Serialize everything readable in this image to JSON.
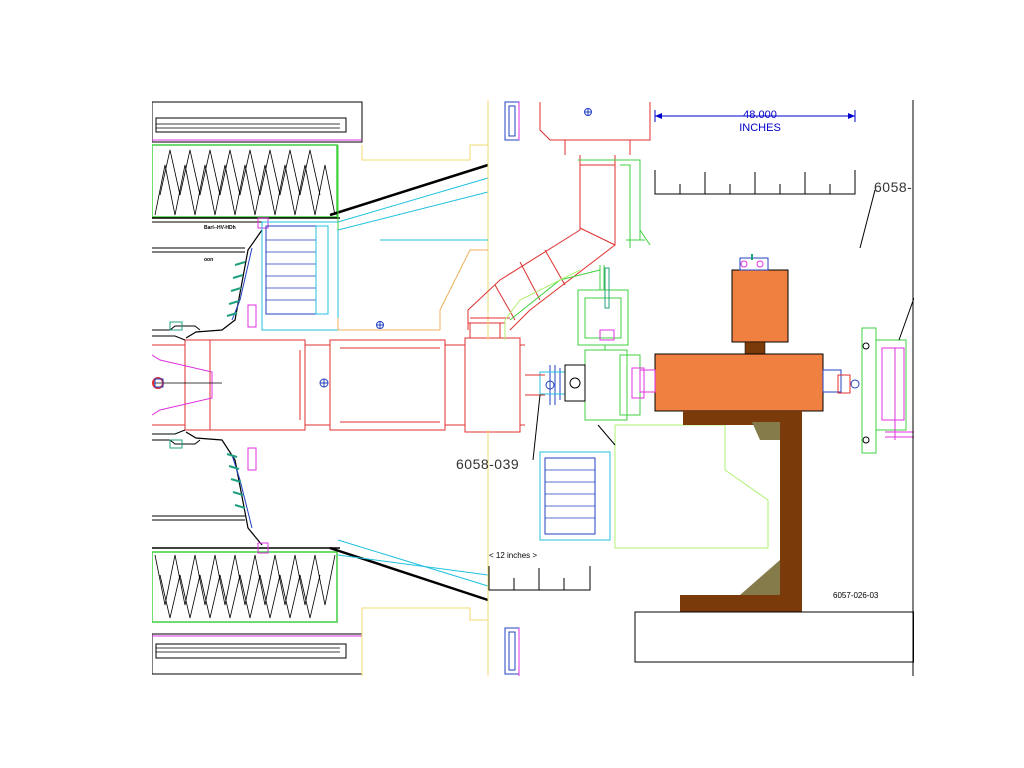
{
  "labels": {
    "dim_value": "48.000",
    "dim_unit": "INCHES",
    "scale_label": "< 12 inches >",
    "callout_1": "6058-039",
    "callout_2": "6058-",
    "drawing_number": "6057-026-03",
    "detail_text_1": "Barl--HV-HDh",
    "detail_text_2": "oon"
  },
  "colors": {
    "orange": "#f08040",
    "brown": "#7a3a0a",
    "olive": "#857a4a",
    "red": "#e03030",
    "green": "#40d040",
    "cyan": "#20c0e0",
    "blue": "#2040c0",
    "magenta": "#e030e0",
    "yellow": "#f0d870",
    "lightgreen": "#b0f070",
    "black": "#000000"
  }
}
